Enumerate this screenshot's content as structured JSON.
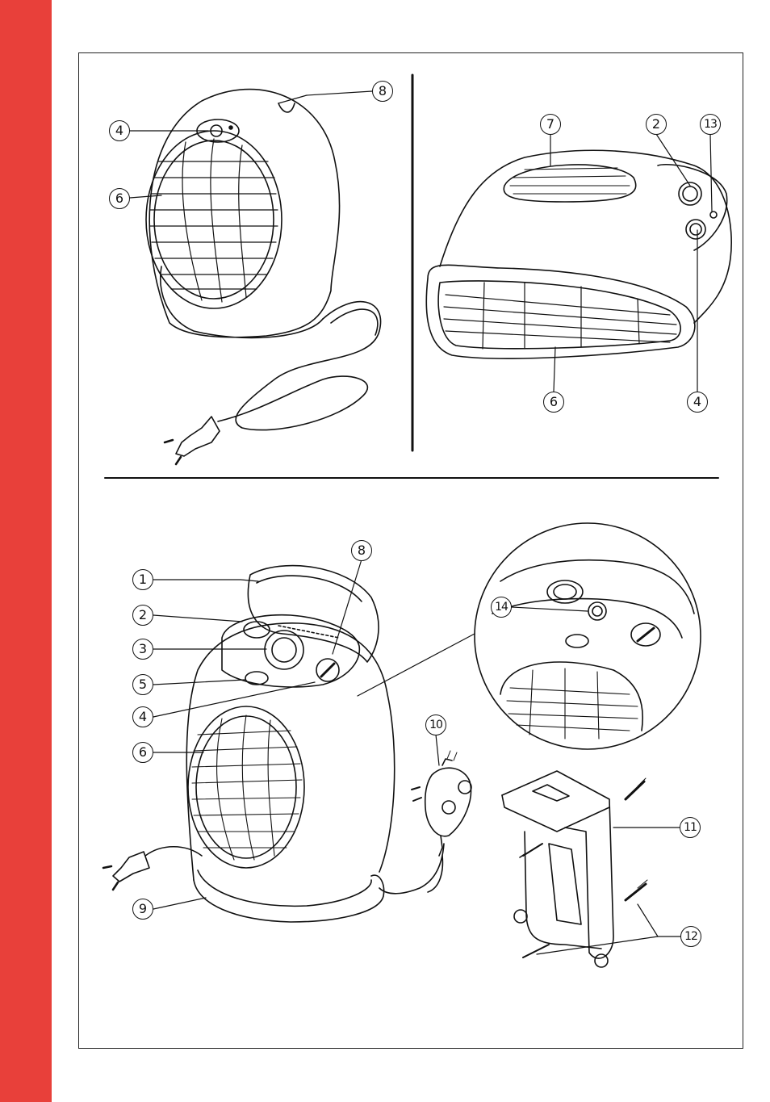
{
  "colors": {
    "accent_strip": "#e8403a",
    "line": "#111111"
  },
  "callouts": {
    "fig1": {
      "label_8": "8",
      "label_4": "4",
      "label_6": "6"
    },
    "fig2": {
      "label_7": "7",
      "label_2": "2",
      "label_13": "13",
      "label_6": "6",
      "label_4": "4"
    },
    "fig3": {
      "label_1": "1",
      "label_2": "2",
      "label_3": "3",
      "label_5": "5",
      "label_4": "4",
      "label_6": "6",
      "label_9": "9",
      "label_8": "8"
    },
    "fig4": {
      "label_14": "14"
    },
    "fig5": {
      "label_10": "10"
    },
    "fig6": {
      "label_11": "11",
      "label_12": "12"
    }
  }
}
